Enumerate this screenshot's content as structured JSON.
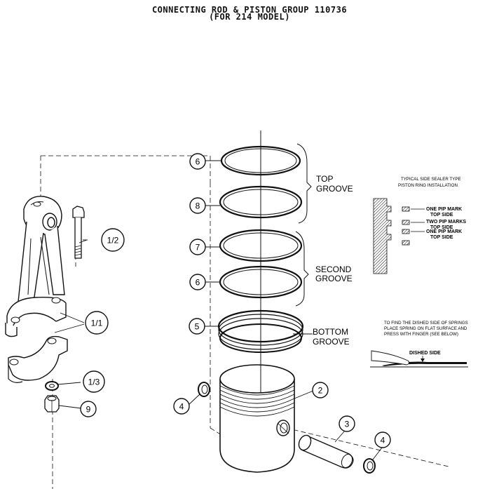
{
  "title": {
    "line1": "CONNECTING ROD & PISTON GROUP 110736",
    "line2": "(FOR 214 MODEL)"
  },
  "callouts": [
    {
      "id": "ring-top-6",
      "label": "6"
    },
    {
      "id": "ring-top-8",
      "label": "8"
    },
    {
      "id": "ring-second-7",
      "label": "7"
    },
    {
      "id": "ring-second-6",
      "label": "6"
    },
    {
      "id": "ring-bottom-5",
      "label": "5"
    },
    {
      "id": "piston-2",
      "label": "2"
    },
    {
      "id": "pin-3",
      "label": "3"
    },
    {
      "id": "retainer-left-4",
      "label": "4"
    },
    {
      "id": "retainer-right-4",
      "label": "4"
    },
    {
      "id": "bolt-1-2",
      "label": "1/2"
    },
    {
      "id": "rod-1-1",
      "label": "1/1"
    },
    {
      "id": "washer-1-3",
      "label": "1/3"
    },
    {
      "id": "nut-9",
      "label": "9"
    }
  ],
  "groove_labels": {
    "top": [
      "TOP",
      "GROOVE"
    ],
    "second": [
      "SECOND",
      "GROOVE"
    ],
    "bottom": [
      "BOTTOM",
      "GROOVE"
    ]
  },
  "side_sealer_note": {
    "title": [
      "TYPICAL SIDE SEALER TYPE",
      "PISTON RING INSTALLATION"
    ],
    "marks": [
      [
        "ONE PIP MARK",
        "TOP SIDE"
      ],
      [
        "TWO PIP MARKS",
        "TOP SIDE"
      ],
      [
        "ONE PIP MARK",
        "TOP SIDE"
      ]
    ]
  },
  "dished_note": {
    "lines": [
      "TO FIND THE DISHED SIDE OF SPRINGS",
      "PLACE SPRING ON FLAT SURFACE AND",
      "PRESS WITH FINGER (SEE BELOW)"
    ],
    "label": "DISHED SIDE"
  }
}
